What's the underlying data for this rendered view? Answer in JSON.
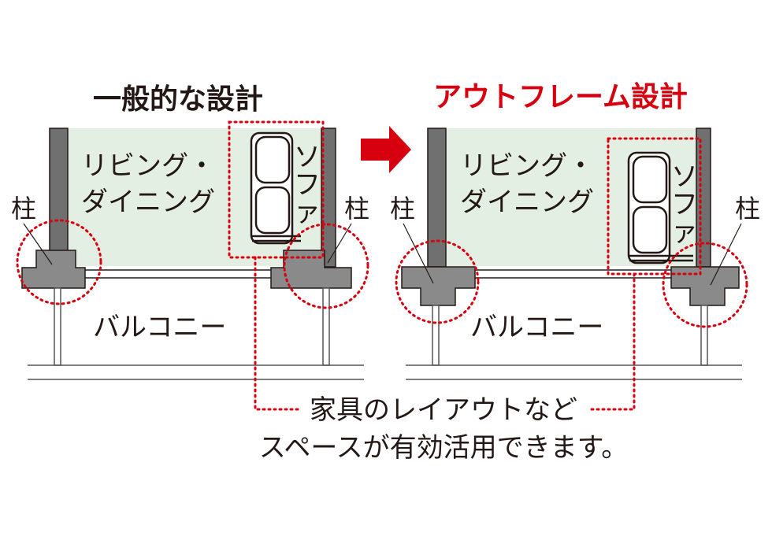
{
  "left": {
    "title": "一般的な設計",
    "room_line1": "リビング・",
    "room_line2": "ダイニング",
    "sofa_chars": [
      "ソ",
      "フ",
      "ァ"
    ],
    "pillar_label_left": "柱",
    "pillar_label_right": "柱",
    "balcony": "バルコニー"
  },
  "right": {
    "title": "アウトフレーム設計",
    "room_line1": "リビング・",
    "room_line2": "ダイニング",
    "sofa_chars": [
      "ソ",
      "フ",
      "ァ"
    ],
    "pillar_label_left": "柱",
    "pillar_label_right": "柱",
    "balcony": "バルコニー"
  },
  "caption": {
    "line1": "家具のレイアウトなど",
    "line2": "スペースが有効活用できます。"
  },
  "colors": {
    "accent_red": "#d7000f",
    "room_fill": "#e4efe3",
    "wall_gray": "#707070",
    "pillar_gray": "#8a8a8a",
    "outline": "#231815"
  }
}
